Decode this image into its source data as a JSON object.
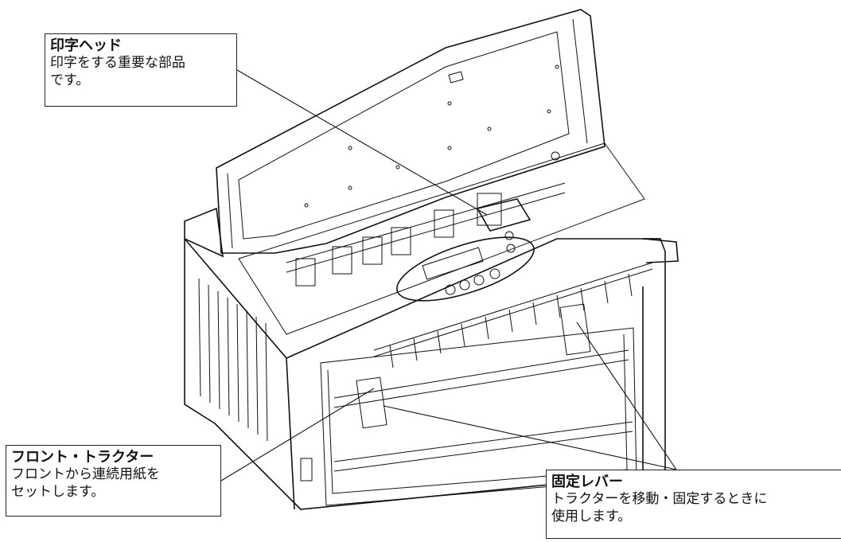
{
  "callouts": {
    "print_head": {
      "title": "印字ヘッド",
      "desc_line1": "印字をする重要な部品",
      "desc_line2": "です。"
    },
    "front_tractor": {
      "title": "フロント・トラクター",
      "desc_line1": "フロントから連続用紙を",
      "desc_line2": "セットします。"
    },
    "lock_lever": {
      "title": "固定レバー",
      "desc_line1": "トラクターを移動・固定するときに",
      "desc_line2": "使用します。"
    }
  }
}
